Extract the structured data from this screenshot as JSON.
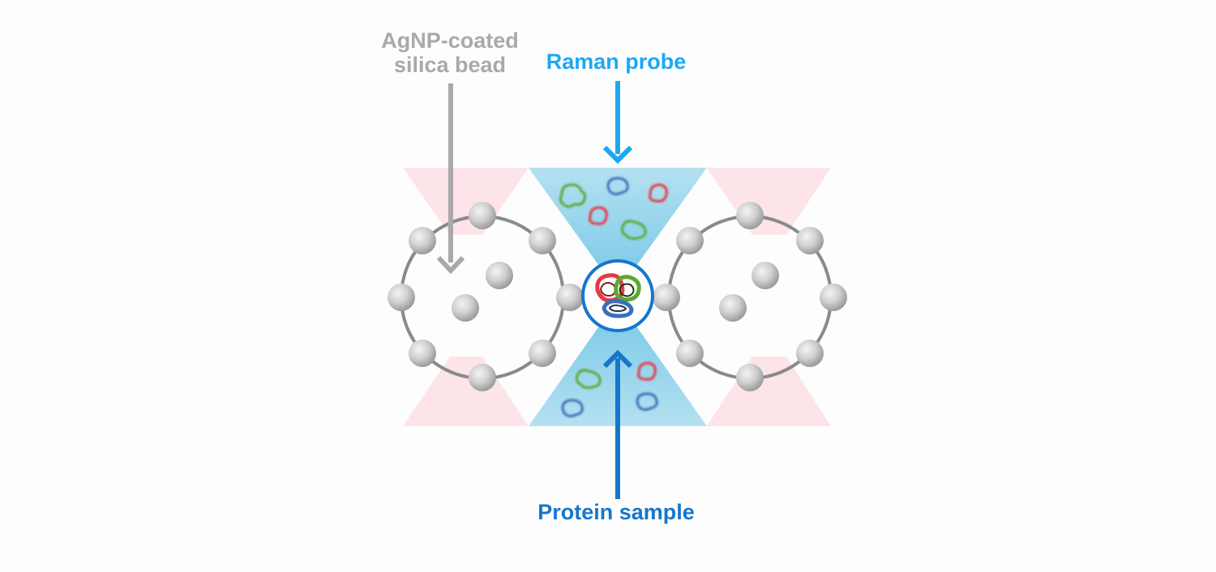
{
  "labels": {
    "bead_line1": "AgNP-coated",
    "bead_line2": "silica bead",
    "raman_probe": "Raman probe",
    "protein_sample": "Protein sample"
  },
  "colors": {
    "bead_label": "#a9a9ab",
    "raman_probe": "#1ea7f2",
    "protein_sample": "#1776cc",
    "pink_beam": "#fde3e8",
    "blue_cone": "#7fcbe8",
    "bead_ring": "#8a8a8a",
    "protein_red": "#e53945",
    "protein_green": "#5aa832",
    "protein_blue": "#3b6fb6"
  },
  "icons": [
    "arrow-down-icon",
    "arrow-up-icon",
    "silver-nanoparticle-icon",
    "protein-icon"
  ]
}
